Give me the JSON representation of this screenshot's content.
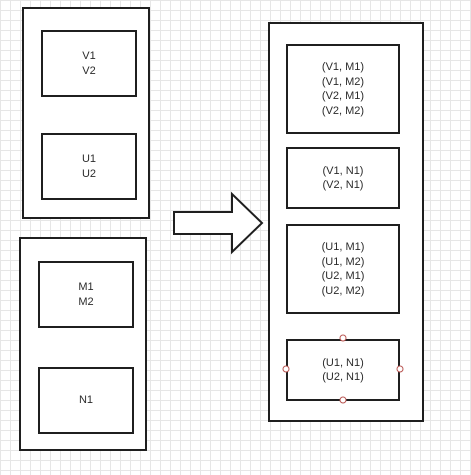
{
  "left_top_group": {
    "items": [
      "V1\nV2",
      "U1\nU2"
    ]
  },
  "left_bottom_group": {
    "items": [
      "M1\nM2",
      "N1"
    ]
  },
  "right_group": {
    "items": [
      "(V1, M1)\n(V1, M2)\n(V2, M1)\n(V2, M2)",
      "(V1, N1)\n(V2, N1)",
      "(U1, M1)\n(U1, M2)\n(U2, M1)\n(U2, M2)",
      "(U1, N1)\n(U2, N1)"
    ]
  },
  "colors": {
    "stroke": "#1f1f1f",
    "grid": "#e6e6e6",
    "selection_handle": "#b85450"
  },
  "selected_item": "right_group.items.3"
}
